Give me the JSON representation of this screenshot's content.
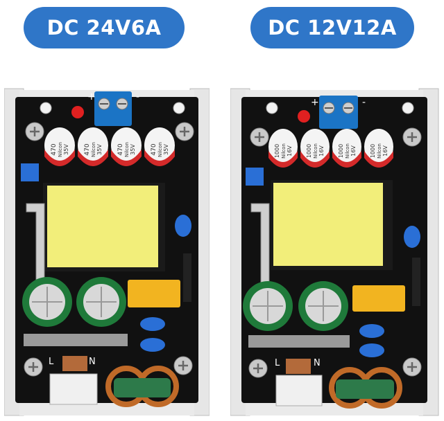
{
  "labels": {
    "left": "DC 24V6A",
    "right": "DC 12V12A"
  },
  "boards": {
    "left": {
      "cap_value": "470",
      "cap_brand": "Nilcon",
      "cap_voltage": "35V"
    },
    "right": {
      "cap_value": "1000",
      "cap_brand": "Nilcon",
      "cap_voltage": "16V"
    }
  },
  "terminals": {
    "plus": "+",
    "minus": "-"
  },
  "input_pins": {
    "line": "L",
    "neutral": "N"
  },
  "colors": {
    "pill": "#2f76c8",
    "pcb": "#111111",
    "bracket": "#e8e8e8",
    "transformer": "#f2ee7a",
    "terminal_block": "#1b74c5",
    "cap_sleeve": "#f4f4f4",
    "cap_stripe": "#d42a2a",
    "bulk_cap": "#1f7a3a",
    "x_cap": "#f2b420",
    "y_cap": "#2a6fd6",
    "choke_wire": "#c06a28",
    "choke_core": "#2d7a4a"
  }
}
